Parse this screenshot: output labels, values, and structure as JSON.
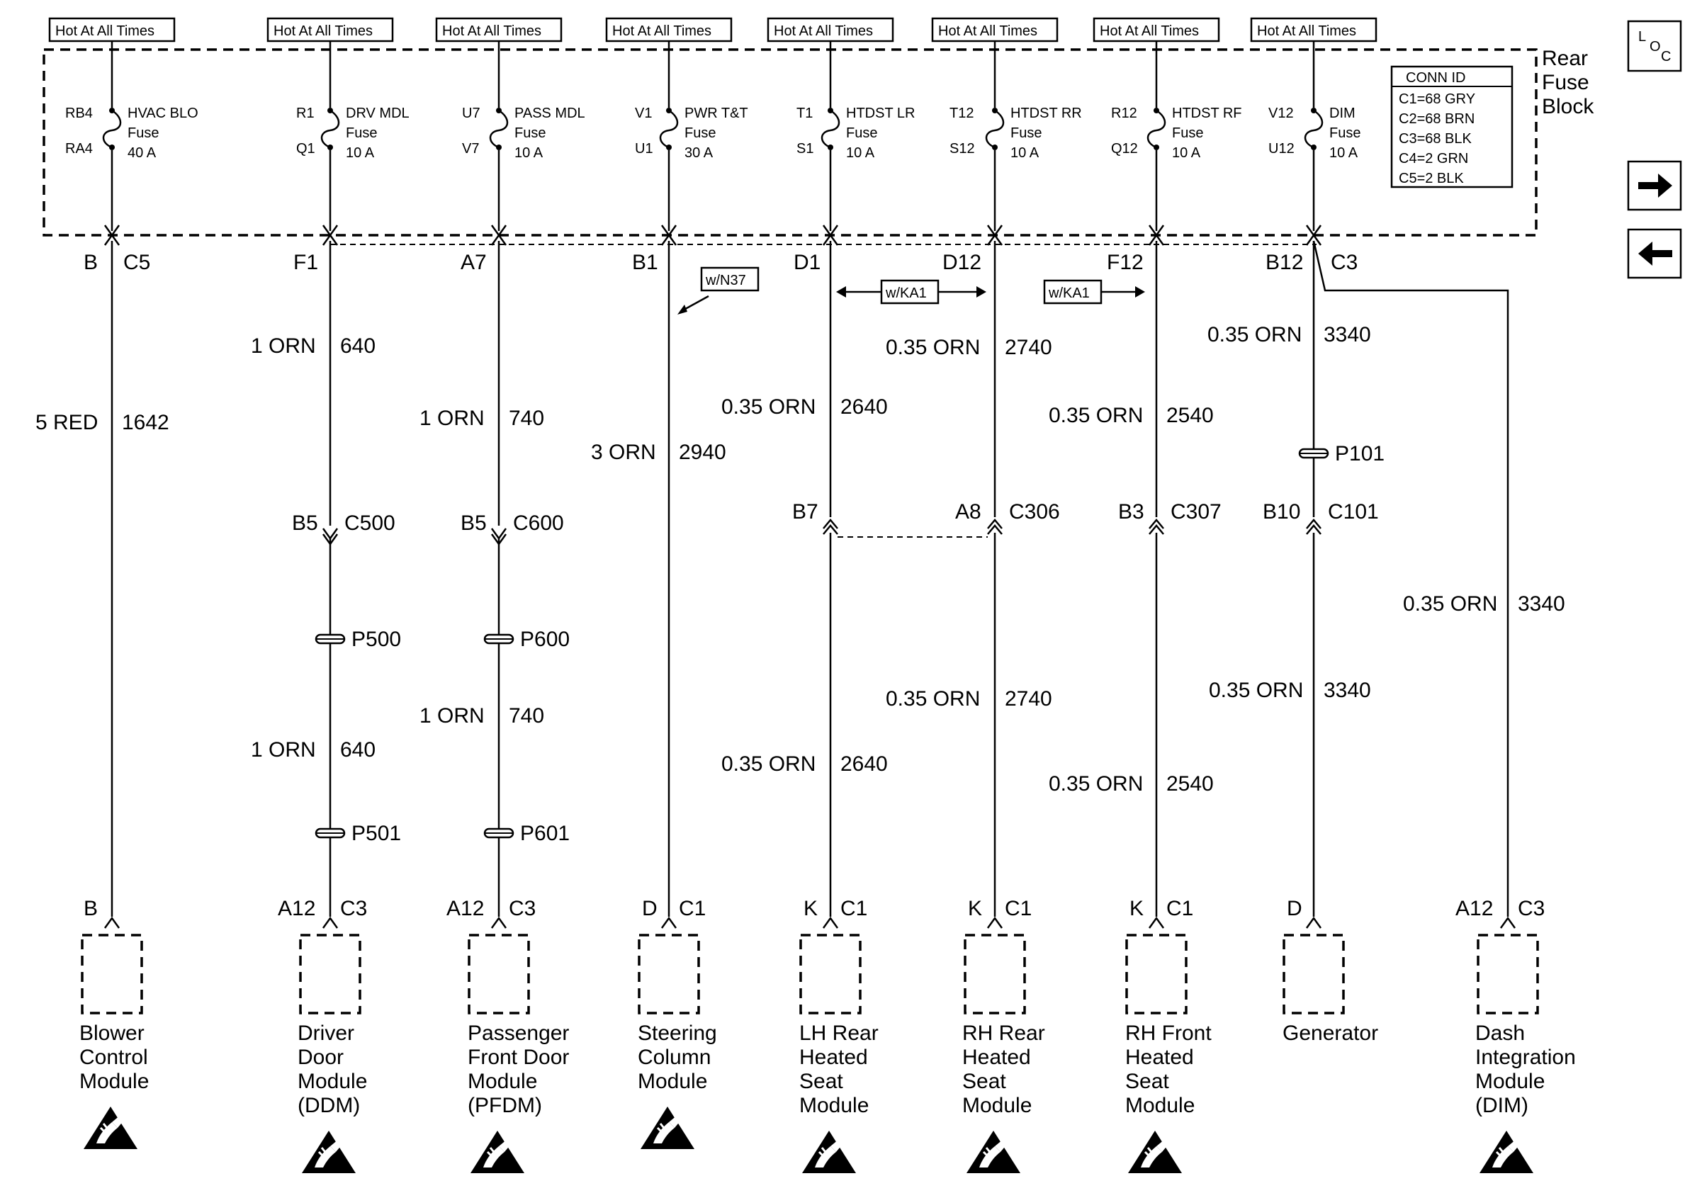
{
  "hot_label": "Hot At All Times",
  "fuse_block_label": [
    "Rear",
    "Fuse",
    "Block"
  ],
  "fuse_word": "Fuse",
  "conn_id": {
    "title": "CONN ID",
    "rows": [
      "C1=68 GRY",
      "C2=68 BRN",
      "C3=68 BLK",
      "C4=2 GRN",
      "C5=2 BLK"
    ]
  },
  "loc_icon": {
    "l": "L",
    "o": "O",
    "c": "C"
  },
  "nav": {
    "next": "→",
    "prev": "←"
  },
  "options": [
    "w/N37",
    "w/KA1",
    "w/KA1"
  ],
  "inline_connectors": [
    {
      "pin": "B5",
      "name": "C500"
    },
    {
      "pin": "B5",
      "name": "C600"
    },
    {
      "pin": "B7",
      "name": ""
    },
    {
      "pin": "A8",
      "name": "C306"
    },
    {
      "pin": "B3",
      "name": "C307"
    },
    {
      "pin": "B10",
      "name": "C101"
    }
  ],
  "splices": [
    "P500",
    "P600",
    "P501",
    "P601",
    "P101"
  ],
  "circuits": [
    {
      "fuse_pin_top": "RB4",
      "fuse_pin_bot": "RA4",
      "fuse_name": "HVAC BLO",
      "fuse_amp": "40 A",
      "block_pin": "B",
      "block_conn": "C5",
      "wires": [
        {
          "gauge": "5 RED",
          "circuit": "1642"
        }
      ],
      "module_pin": "B",
      "module_conn": "",
      "module_name": [
        "Blower",
        "Control",
        "Module"
      ]
    },
    {
      "fuse_pin_top": "R1",
      "fuse_pin_bot": "Q1",
      "fuse_name": "DRV MDL",
      "fuse_amp": "10 A",
      "block_pin": "F1",
      "block_conn": "",
      "wires": [
        {
          "gauge": "1 ORN",
          "circuit": "640"
        },
        {
          "gauge": "1 ORN",
          "circuit": "640"
        }
      ],
      "module_pin": "A12",
      "module_conn": "C3",
      "module_name": [
        "Driver",
        "Door",
        "Module",
        "(DDM)"
      ]
    },
    {
      "fuse_pin_top": "U7",
      "fuse_pin_bot": "V7",
      "fuse_name": "PASS MDL",
      "fuse_amp": "10 A",
      "block_pin": "A7",
      "block_conn": "",
      "wires": [
        {
          "gauge": "1 ORN",
          "circuit": "740"
        },
        {
          "gauge": "1 ORN",
          "circuit": "740"
        }
      ],
      "module_pin": "A12",
      "module_conn": "C3",
      "module_name": [
        "Passenger",
        "Front Door",
        "Module",
        "(PFDM)"
      ]
    },
    {
      "fuse_pin_top": "V1",
      "fuse_pin_bot": "U1",
      "fuse_name": "PWR T&T",
      "fuse_amp": "30 A",
      "block_pin": "B1",
      "block_conn": "",
      "wires": [
        {
          "gauge": "3 ORN",
          "circuit": "2940"
        }
      ],
      "module_pin": "D",
      "module_conn": "C1",
      "module_name": [
        "Steering",
        "Column",
        "Module"
      ]
    },
    {
      "fuse_pin_top": "T1",
      "fuse_pin_bot": "S1",
      "fuse_name": "HTDST LR",
      "fuse_amp": "10 A",
      "block_pin": "D1",
      "block_conn": "",
      "wires": [
        {
          "gauge": "0.35 ORN",
          "circuit": "2640"
        },
        {
          "gauge": "0.35 ORN",
          "circuit": "2640"
        }
      ],
      "module_pin": "K",
      "module_conn": "C1",
      "module_name": [
        "LH Rear",
        "Heated",
        "Seat",
        "Module"
      ]
    },
    {
      "fuse_pin_top": "T12",
      "fuse_pin_bot": "S12",
      "fuse_name": "HTDST RR",
      "fuse_amp": "10 A",
      "block_pin": "D12",
      "block_conn": "",
      "wires": [
        {
          "gauge": "0.35 ORN",
          "circuit": "2740"
        },
        {
          "gauge": "0.35 ORN",
          "circuit": "2740"
        }
      ],
      "module_pin": "K",
      "module_conn": "C1",
      "module_name": [
        "RH Rear",
        "Heated",
        "Seat",
        "Module"
      ]
    },
    {
      "fuse_pin_top": "R12",
      "fuse_pin_bot": "Q12",
      "fuse_name": "HTDST RF",
      "fuse_amp": "10 A",
      "block_pin": "F12",
      "block_conn": "",
      "wires": [
        {
          "gauge": "0.35 ORN",
          "circuit": "2540"
        },
        {
          "gauge": "0.35 ORN",
          "circuit": "2540"
        }
      ],
      "module_pin": "K",
      "module_conn": "C1",
      "module_name": [
        "RH Front",
        "Heated",
        "Seat",
        "Module"
      ]
    },
    {
      "fuse_pin_top": "V12",
      "fuse_pin_bot": "U12",
      "fuse_name": "DIM",
      "fuse_amp": "10 A",
      "block_pin": "B12",
      "block_conn": "C3",
      "wires": [
        {
          "gauge": "0.35 ORN",
          "circuit": "3340"
        },
        {
          "gauge": "0.35 ORN",
          "circuit": "3340"
        },
        {
          "gauge": "0.35 ORN",
          "circuit": "3340"
        }
      ],
      "module_pin": "D",
      "module_conn": "",
      "module_name": [
        "Generator"
      ]
    },
    {
      "module_pin": "A12",
      "module_conn": "C3",
      "module_name": [
        "Dash",
        "Integration",
        "Module",
        "(DIM)"
      ]
    }
  ]
}
